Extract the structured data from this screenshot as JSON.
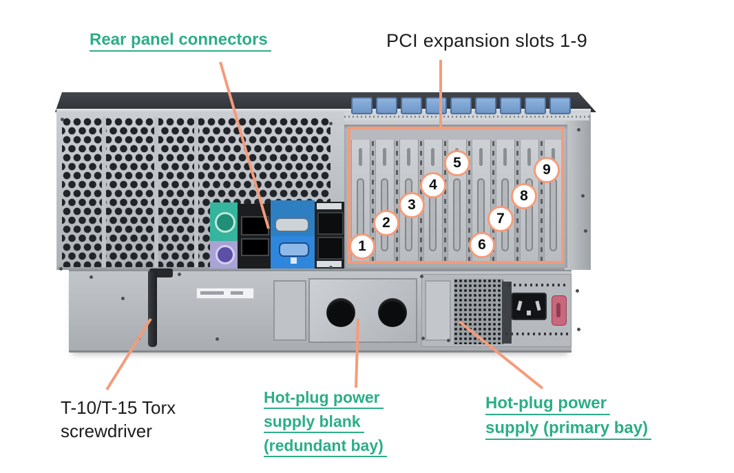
{
  "labels": {
    "rear_panel_connectors": "Rear panel connectors",
    "pci_expansion": "PCI expansion slots 1-9",
    "torx_line1": "T-10/T-15 Torx",
    "torx_line2": "screwdriver",
    "psu_blank_line1": "Hot-plug power",
    "psu_blank_line2": "supply blank",
    "psu_blank_line3": "(redundant bay)",
    "psu_primary_line1": "Hot-plug power",
    "psu_primary_line2": "supply (primary bay)"
  },
  "pci": {
    "slots": [
      "1",
      "2",
      "3",
      "4",
      "5",
      "6",
      "7",
      "8",
      "9"
    ]
  },
  "colors": {
    "callout_accent": "#f59b7a",
    "link_green": "#2bae87"
  }
}
